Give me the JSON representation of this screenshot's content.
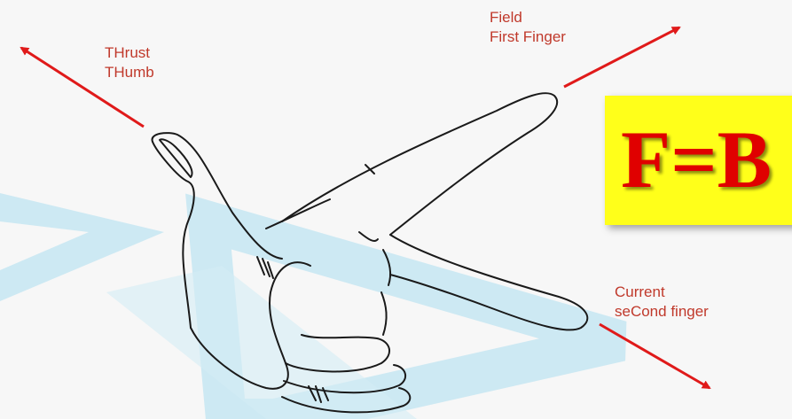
{
  "labels": {
    "thrust": "THrust",
    "thumb": "THumb",
    "field": "Field",
    "first_finger": "First Finger",
    "current": "Current",
    "second_finger": "seCond finger"
  },
  "formula": "F=B",
  "colors": {
    "arrow": "#e01a1a",
    "label_text": "#c0392b",
    "formula_text": "#e00000",
    "formula_bg": "#ffff1a",
    "watermark": "#bfe3f0"
  }
}
